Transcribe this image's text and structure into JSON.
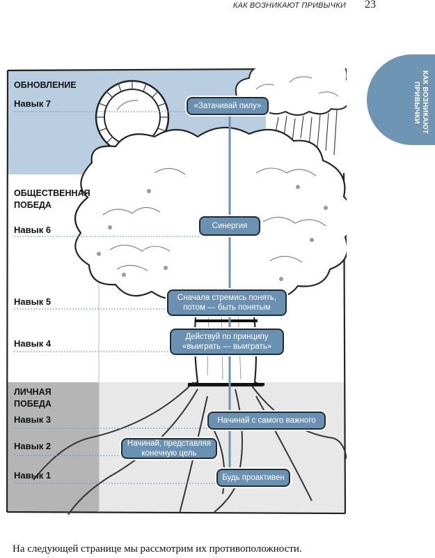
{
  "header": {
    "running_title": "КАК ВОЗНИКАЮТ ПРИВЫЧКИ",
    "page_number": "23"
  },
  "side_tab": {
    "label": "КАК ВОЗНИКАЮТ ПРИВЫЧКИ"
  },
  "sections": [
    {
      "label": "ОБНОВЛЕНИЕ"
    },
    {
      "label": "ОБЩЕСТВЕННАЯ ПОБЕДА"
    },
    {
      "label": "ЛИЧНАЯ ПОБЕДА"
    }
  ],
  "habits": [
    {
      "label": "Навык 7",
      "principle": "«Затачивай пилу»"
    },
    {
      "label": "Навык 6",
      "principle": "Синергия"
    },
    {
      "label": "Навык 5",
      "principle": "Сначала стремись понять, потом — быть понятым"
    },
    {
      "label": "Навык 4",
      "principle": "Действуй по принципу «выиграть — выиграть»"
    },
    {
      "label": "Навык 3",
      "principle": "Начинай с самого важного"
    },
    {
      "label": "Навык 2",
      "principle": "Начинай, представляя конечную цель"
    },
    {
      "label": "Навык 1",
      "principle": "Будь проактивен"
    }
  ],
  "colors": {
    "renewal_band": "#b9cee0",
    "private_band_left": "#b5b5b5",
    "private_band_right": "#e8e8e8",
    "box_fill": "#6a91b1",
    "tab_fill": "#6f95b4"
  },
  "caption": "На следующей странице мы рассмотрим их противоположности."
}
